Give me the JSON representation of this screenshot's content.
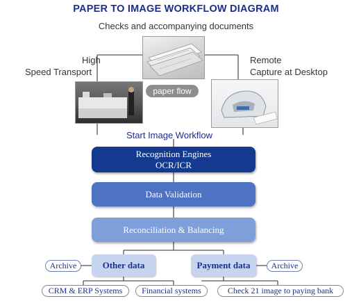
{
  "header": {
    "title": "PAPER TO IMAGE WORKFLOW DIAGRAM",
    "subtitle": "Checks and accompanying documents"
  },
  "inputs": {
    "left_label_line1": "High",
    "left_label_line2": "Speed Transport",
    "right_label_line1": "Remote",
    "right_label_line2": "Capture at Desktop",
    "flow_label": "paper flow",
    "start_label": "Start Image Workflow"
  },
  "stages": {
    "recognition_line1": "Recognition Engines",
    "recognition_line2": "OCR/ICR",
    "validation": "Data Validation",
    "reconciliation": "Reconciliation & Balancing"
  },
  "outputs": {
    "other_data": "Other data",
    "payment_data": "Payment data",
    "archive_left": "Archive",
    "archive_right": "Archive",
    "crm_erp": "CRM & ERP Systems",
    "financial": "Financial systems",
    "check21": "Check 21 image to paying bank"
  },
  "colors": {
    "title": "#1a2f8c",
    "stage1": "#133a8f",
    "stage2": "#4f72c2",
    "stage3": "#7f9fdb",
    "output_box": "#c7d4f0"
  }
}
